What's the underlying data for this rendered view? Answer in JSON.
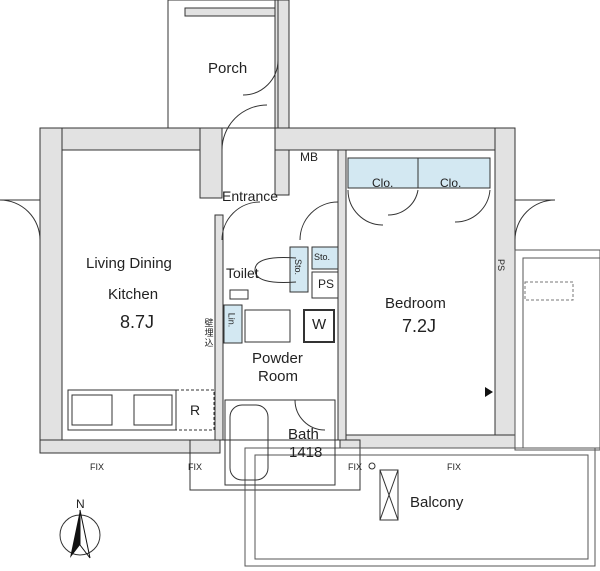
{
  "rooms": {
    "porch": "Porch",
    "mb": "MB",
    "entrance": "Entrance",
    "ldk": "Living Dining",
    "ldk2": "Kitchen",
    "ldk_size": "8.7J",
    "toilet": "Toilet",
    "sto1": "Sto.",
    "sto2": "Sto.",
    "ps1": "PS",
    "ps2": "PS",
    "lin": "Lin.",
    "w": "W",
    "powder": "Powder",
    "powder2": "Room",
    "bath": "Bath",
    "bath_size": "1418",
    "bedroom": "Bedroom",
    "bedroom_size": "7.2J",
    "clo1": "Clo.",
    "clo2": "Clo.",
    "r": "R",
    "balcony": "Balcony",
    "wall_note": "壁埋込"
  },
  "fix_labels": [
    "FIX",
    "FIX",
    "FIX",
    "FIX"
  ],
  "compass": "N",
  "colors": {
    "wall": "#e2e2e2",
    "storage": "#d3e8f2",
    "line": "#333333"
  }
}
